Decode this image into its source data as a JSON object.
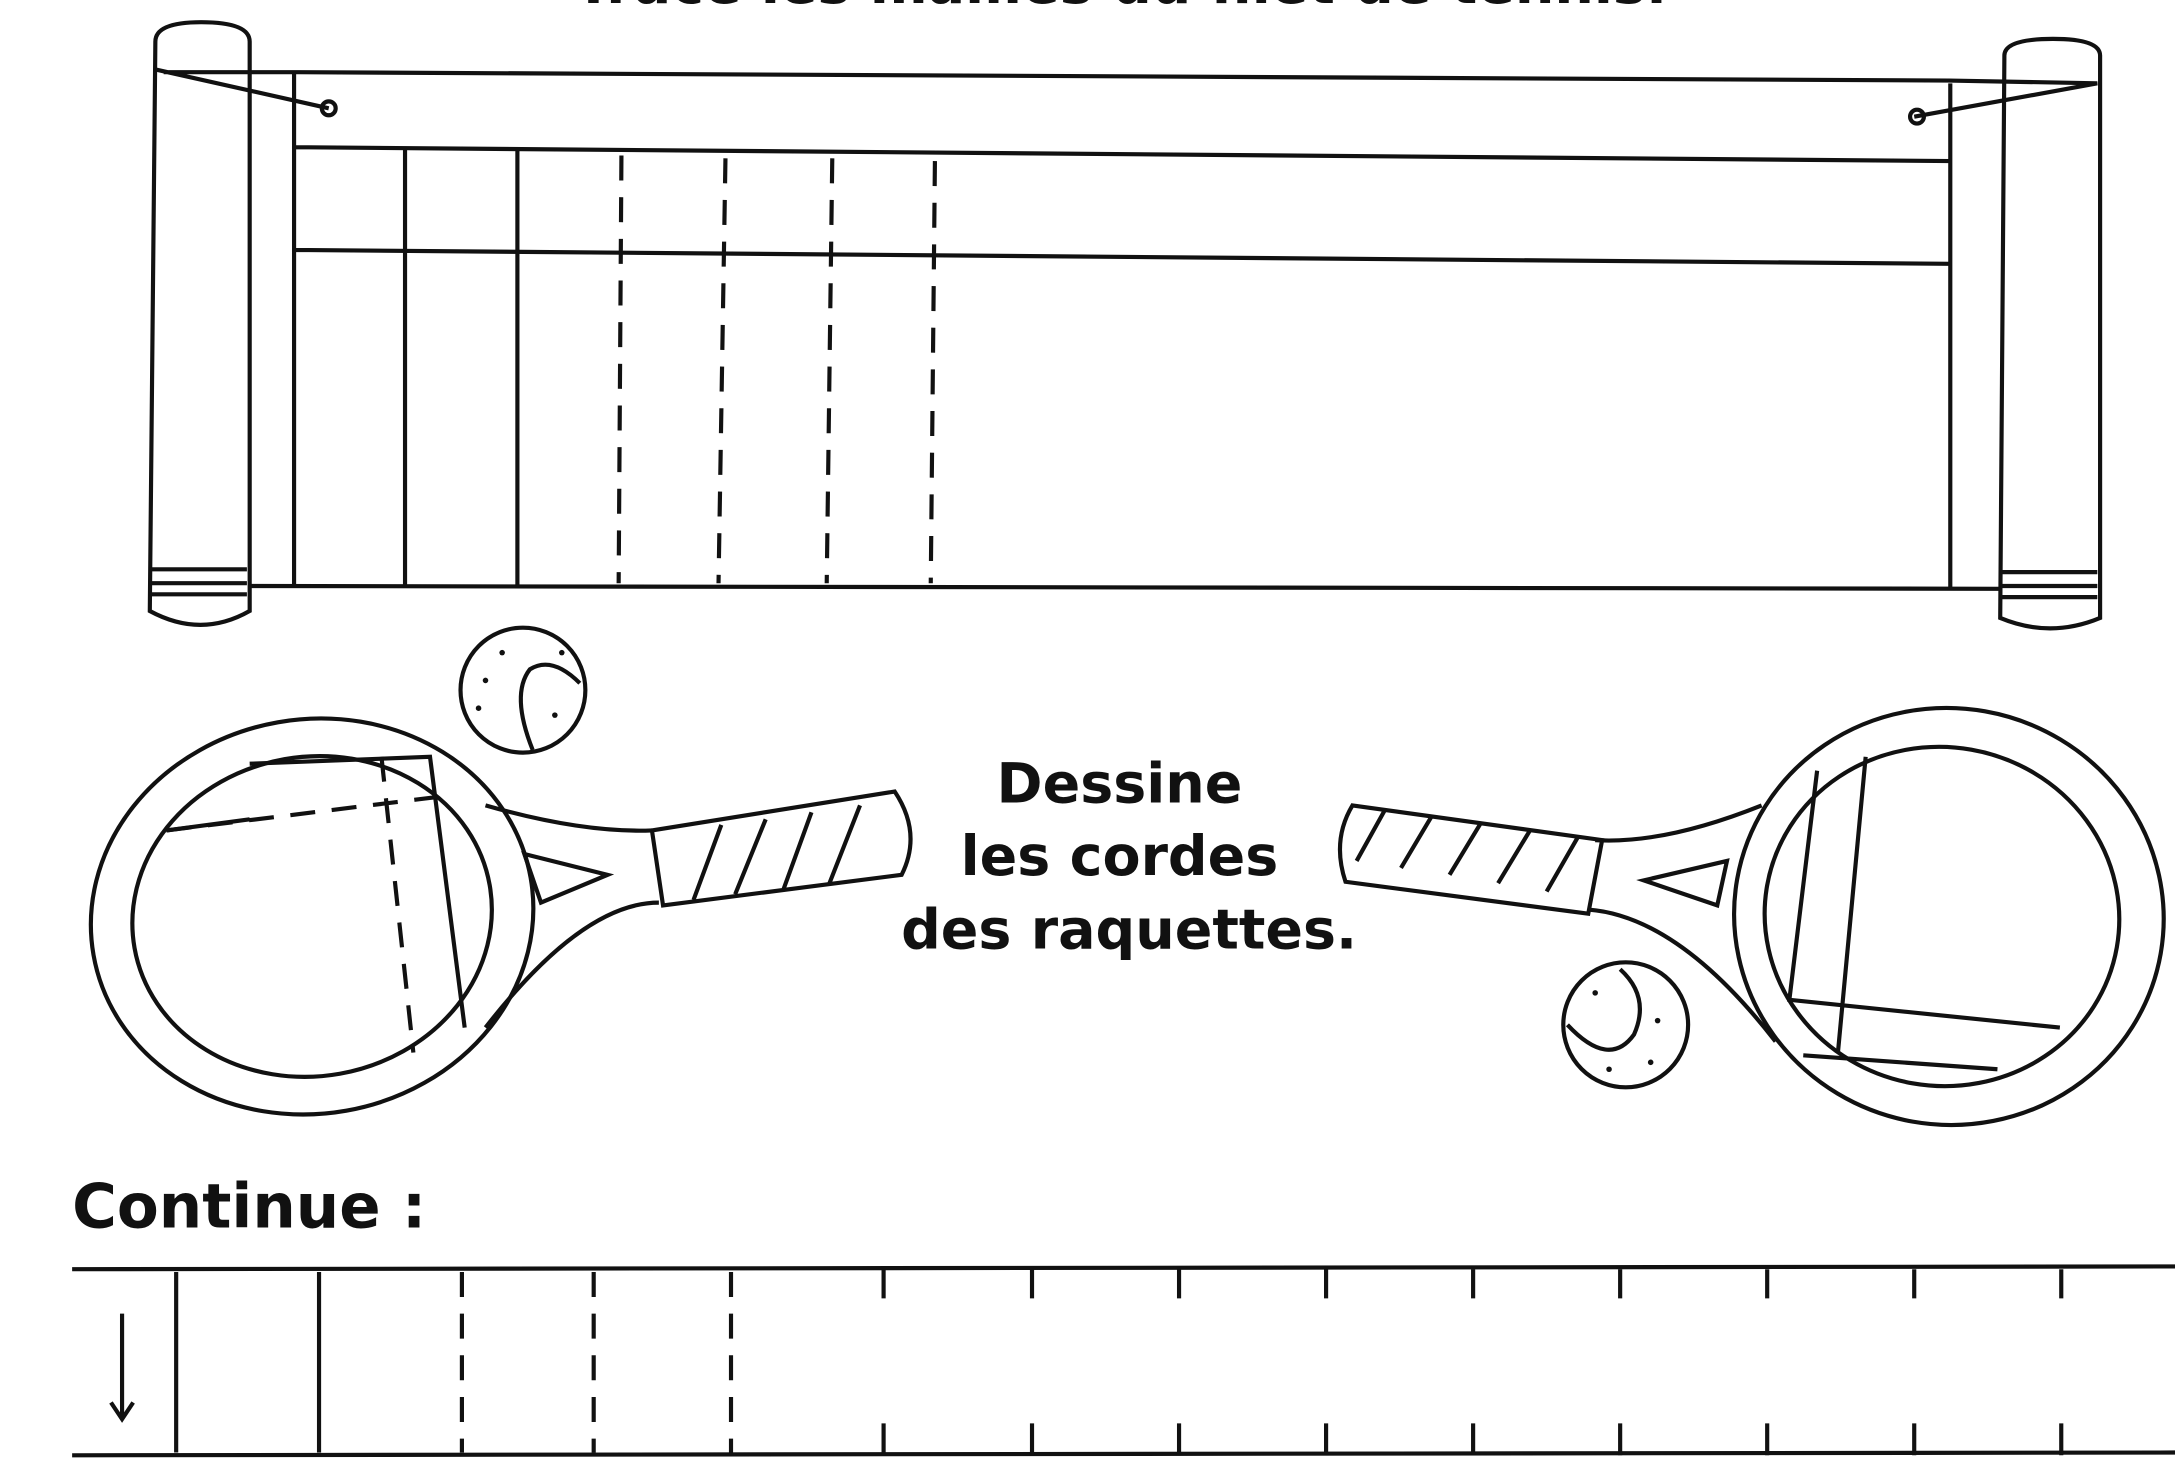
{
  "worksheet": {
    "title": "Trace les mailles du filet de tennis.",
    "instruction": [
      "Dessine",
      "les cordes",
      "des raquettes."
    ],
    "continue_label": "Continue :",
    "arrow_icon": "arrow-down-icon"
  }
}
